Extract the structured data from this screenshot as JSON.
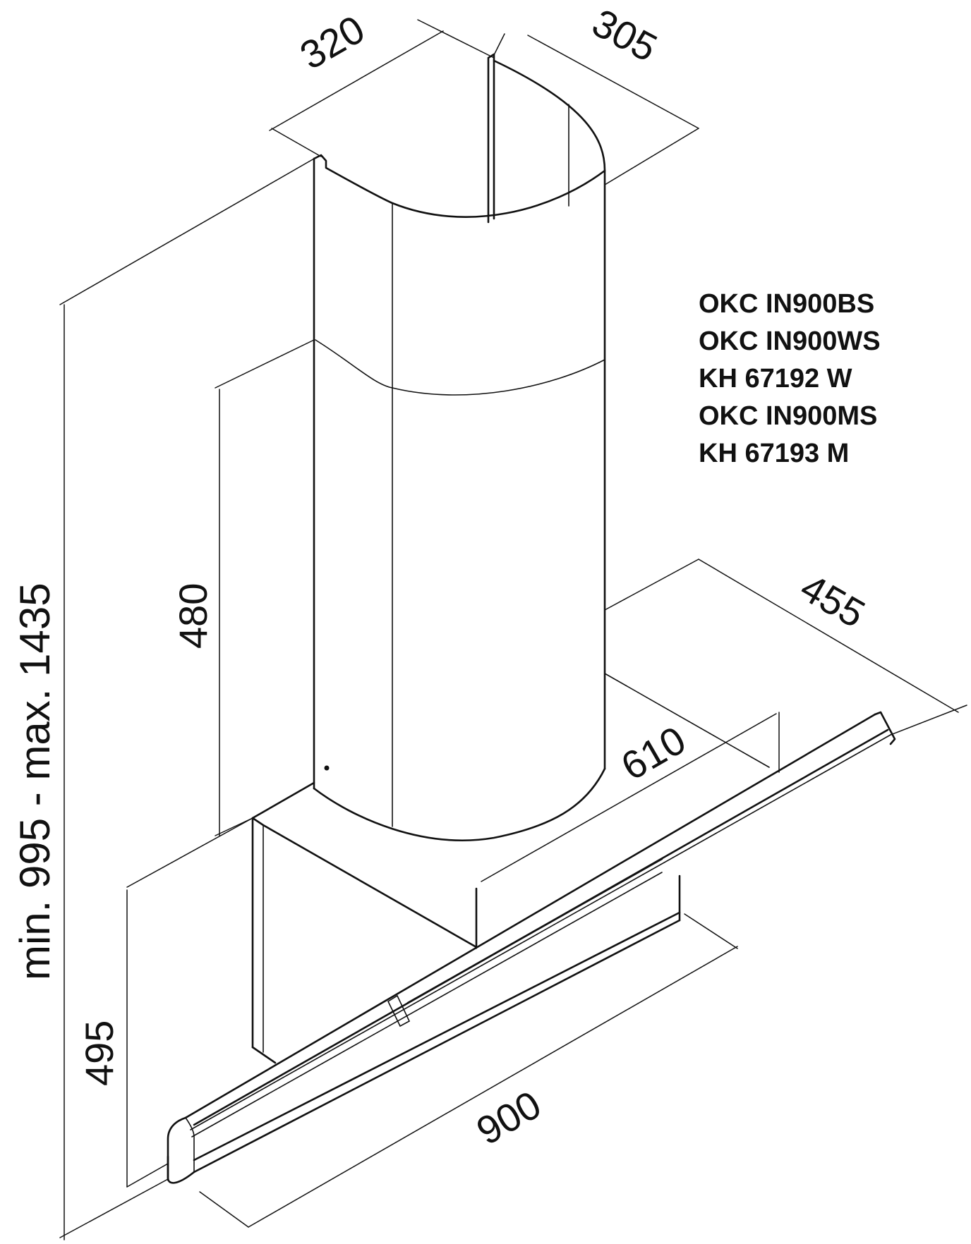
{
  "dimensions": {
    "chimney_width": "320",
    "chimney_depth": "305",
    "chimney_section_height": "480",
    "total_height_range": "min. 995 - max. 1435",
    "hood_depth": "455",
    "bracket_width": "610",
    "hood_height": "495",
    "hood_width": "900"
  },
  "models": [
    "OKC IN900BS",
    "OKC IN900WS",
    "KH 67192 W",
    "OKC IN900MS",
    "KH 67193 M"
  ],
  "colors": {
    "line": "#111111",
    "background": "#ffffff"
  }
}
